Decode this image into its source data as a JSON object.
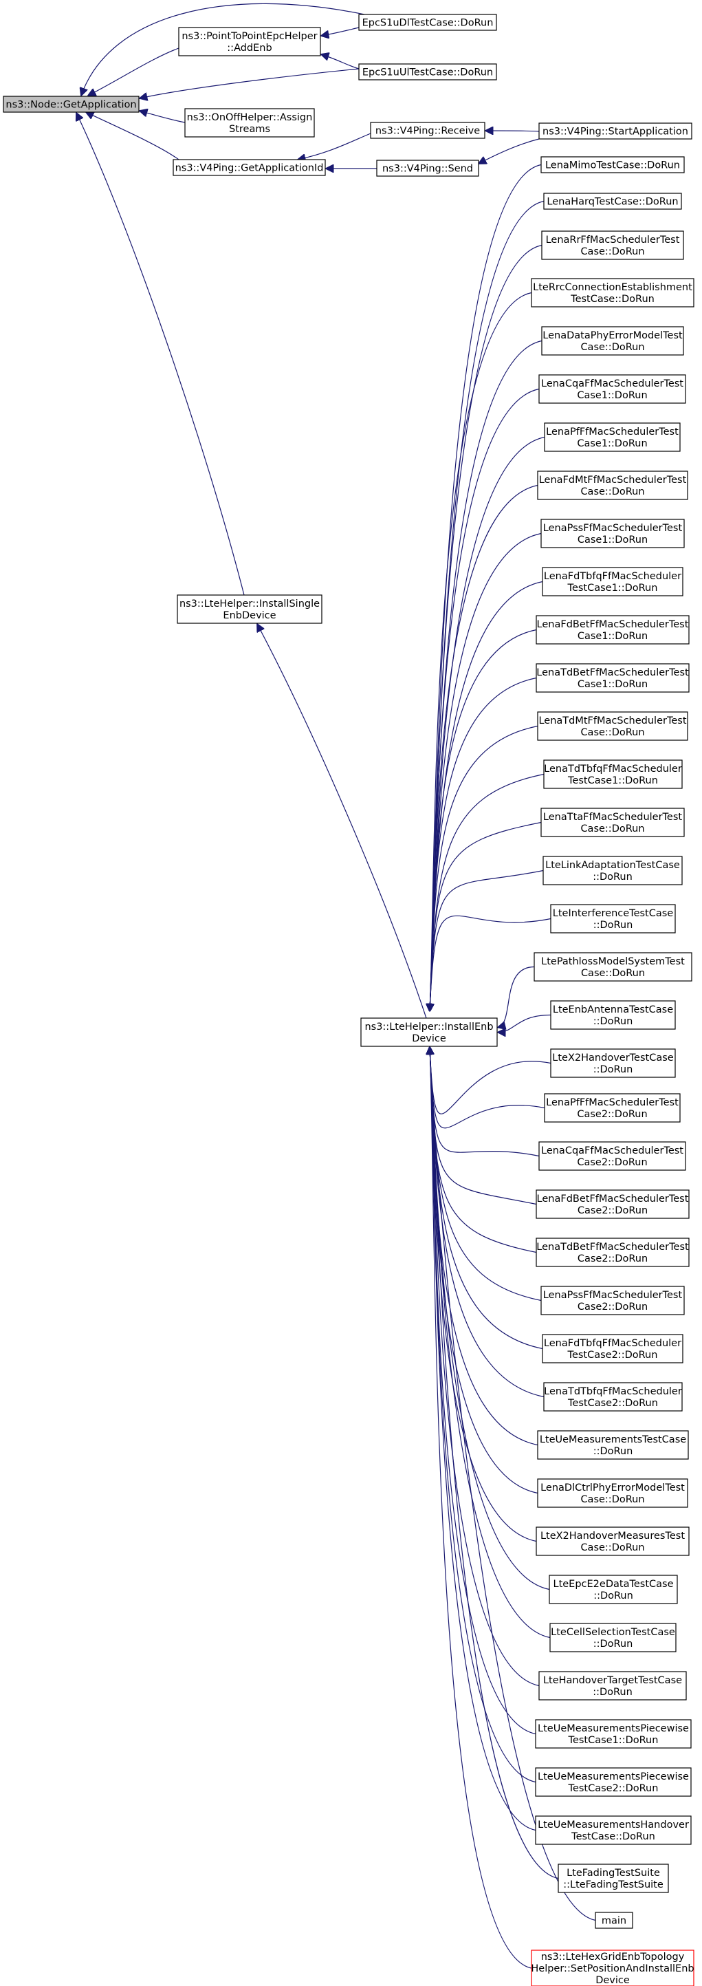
{
  "diagram": {
    "nodes": [
      {
        "id": "getapp",
        "lines": [
          "ns3::Node::GetApplication"
        ]
      },
      {
        "id": "p2pAddEnb",
        "lines": [
          "ns3::PointToPointEpcHelper",
          "::AddEnb"
        ]
      },
      {
        "id": "onoff",
        "lines": [
          "ns3::OnOffHelper::Assign",
          "Streams"
        ]
      },
      {
        "id": "v4getid",
        "lines": [
          "ns3::V4Ping::GetApplicationId"
        ]
      },
      {
        "id": "epcDl",
        "lines": [
          "EpcS1uDlTestCase::DoRun"
        ]
      },
      {
        "id": "epcUl",
        "lines": [
          "EpcS1uUlTestCase::DoRun"
        ]
      },
      {
        "id": "v4recv",
        "lines": [
          "ns3::V4Ping::Receive"
        ]
      },
      {
        "id": "v4send",
        "lines": [
          "ns3::V4Ping::Send"
        ]
      },
      {
        "id": "v4start",
        "lines": [
          "ns3::V4Ping::StartApplication"
        ]
      },
      {
        "id": "installSingle",
        "lines": [
          "ns3::LteHelper::InstallSingle",
          "EnbDevice"
        ]
      },
      {
        "id": "installEnb",
        "lines": [
          "ns3::LteHelper::InstallEnb",
          "Device"
        ]
      },
      {
        "id": "c1",
        "lines": [
          "LenaMimoTestCase::DoRun"
        ]
      },
      {
        "id": "c2",
        "lines": [
          "LenaHarqTestCase::DoRun"
        ]
      },
      {
        "id": "c3",
        "lines": [
          "LenaRrFfMacSchedulerTest",
          "Case::DoRun"
        ]
      },
      {
        "id": "c4",
        "lines": [
          "LteRrcConnectionEstablishment",
          "TestCase::DoRun"
        ]
      },
      {
        "id": "c5",
        "lines": [
          "LenaDataPhyErrorModelTest",
          "Case::DoRun"
        ]
      },
      {
        "id": "c6",
        "lines": [
          "LenaCqaFfMacSchedulerTest",
          "Case1::DoRun"
        ]
      },
      {
        "id": "c7",
        "lines": [
          "LenaPfFfMacSchedulerTest",
          "Case1::DoRun"
        ]
      },
      {
        "id": "c8",
        "lines": [
          "LenaFdMtFfMacSchedulerTest",
          "Case::DoRun"
        ]
      },
      {
        "id": "c9",
        "lines": [
          "LenaPssFfMacSchedulerTest",
          "Case1::DoRun"
        ]
      },
      {
        "id": "c10",
        "lines": [
          "LenaFdTbfqFfMacScheduler",
          "TestCase1::DoRun"
        ]
      },
      {
        "id": "c11",
        "lines": [
          "LenaFdBetFfMacSchedulerTest",
          "Case1::DoRun"
        ]
      },
      {
        "id": "c12",
        "lines": [
          "LenaTdBetFfMacSchedulerTest",
          "Case1::DoRun"
        ]
      },
      {
        "id": "c13",
        "lines": [
          "LenaTdMtFfMacSchedulerTest",
          "Case::DoRun"
        ]
      },
      {
        "id": "c14",
        "lines": [
          "LenaTdTbfqFfMacScheduler",
          "TestCase1::DoRun"
        ]
      },
      {
        "id": "c15",
        "lines": [
          "LenaTtaFfMacSchedulerTest",
          "Case::DoRun"
        ]
      },
      {
        "id": "c16",
        "lines": [
          "LteLinkAdaptationTestCase",
          "::DoRun"
        ]
      },
      {
        "id": "c17",
        "lines": [
          "LteInterferenceTestCase",
          "::DoRun"
        ]
      },
      {
        "id": "c18",
        "lines": [
          "LtePathlossModelSystemTest",
          "Case::DoRun"
        ]
      },
      {
        "id": "c19",
        "lines": [
          "LteEnbAntennaTestCase",
          "::DoRun"
        ]
      },
      {
        "id": "c20",
        "lines": [
          "LteX2HandoverTestCase",
          "::DoRun"
        ]
      },
      {
        "id": "c21",
        "lines": [
          "LenaPfFfMacSchedulerTest",
          "Case2::DoRun"
        ]
      },
      {
        "id": "c22",
        "lines": [
          "LenaCqaFfMacSchedulerTest",
          "Case2::DoRun"
        ]
      },
      {
        "id": "c23",
        "lines": [
          "LenaFdBetFfMacSchedulerTest",
          "Case2::DoRun"
        ]
      },
      {
        "id": "c24",
        "lines": [
          "LenaTdBetFfMacSchedulerTest",
          "Case2::DoRun"
        ]
      },
      {
        "id": "c25",
        "lines": [
          "LenaPssFfMacSchedulerTest",
          "Case2::DoRun"
        ]
      },
      {
        "id": "c26",
        "lines": [
          "LenaFdTbfqFfMacScheduler",
          "TestCase2::DoRun"
        ]
      },
      {
        "id": "c27",
        "lines": [
          "LenaTdTbfqFfMacScheduler",
          "TestCase2::DoRun"
        ]
      },
      {
        "id": "c28",
        "lines": [
          "LteUeMeasurementsTestCase",
          "::DoRun"
        ]
      },
      {
        "id": "c29",
        "lines": [
          "LenaDlCtrlPhyErrorModelTest",
          "Case::DoRun"
        ]
      },
      {
        "id": "c30",
        "lines": [
          "LteX2HandoverMeasuresTest",
          "Case::DoRun"
        ]
      },
      {
        "id": "c31",
        "lines": [
          "LteEpcE2eDataTestCase",
          "::DoRun"
        ]
      },
      {
        "id": "c32",
        "lines": [
          "LteCellSelectionTestCase",
          "::DoRun"
        ]
      },
      {
        "id": "c33",
        "lines": [
          "LteHandoverTargetTestCase",
          "::DoRun"
        ]
      },
      {
        "id": "c34",
        "lines": [
          "LteUeMeasurementsPiecewise",
          "TestCase1::DoRun"
        ]
      },
      {
        "id": "c35",
        "lines": [
          "LteUeMeasurementsPiecewise",
          "TestCase2::DoRun"
        ]
      },
      {
        "id": "c36",
        "lines": [
          "LteUeMeasurementsHandover",
          "TestCase::DoRun"
        ]
      },
      {
        "id": "c37",
        "lines": [
          "LteFadingTestSuite",
          "::LteFadingTestSuite"
        ]
      },
      {
        "id": "c38",
        "lines": [
          "main"
        ]
      },
      {
        "id": "c39",
        "lines": [
          "ns3::LteHexGridEnbTopology",
          "Helper::SetPositionAndInstallEnb",
          "Device"
        ]
      }
    ],
    "edges": [
      {
        "from": "p2pAddEnb",
        "to": "getapp"
      },
      {
        "from": "onoff",
        "to": "getapp"
      },
      {
        "from": "v4getid",
        "to": "getapp"
      },
      {
        "from": "epcDl",
        "to": "getapp"
      },
      {
        "from": "epcUl",
        "to": "getapp"
      },
      {
        "from": "installSingle",
        "to": "getapp"
      },
      {
        "from": "epcDl",
        "to": "p2pAddEnb"
      },
      {
        "from": "epcUl",
        "to": "p2pAddEnb"
      },
      {
        "from": "v4recv",
        "to": "v4getid"
      },
      {
        "from": "v4send",
        "to": "v4getid"
      },
      {
        "from": "v4start",
        "to": "v4recv"
      },
      {
        "from": "v4start",
        "to": "v4send"
      },
      {
        "from": "installEnb",
        "to": "installSingle"
      },
      {
        "from": "c1",
        "to": "installEnb"
      },
      {
        "from": "c2",
        "to": "installEnb"
      },
      {
        "from": "c3",
        "to": "installEnb"
      },
      {
        "from": "c4",
        "to": "installEnb"
      },
      {
        "from": "c5",
        "to": "installEnb"
      },
      {
        "from": "c6",
        "to": "installEnb"
      },
      {
        "from": "c7",
        "to": "installEnb"
      },
      {
        "from": "c8",
        "to": "installEnb"
      },
      {
        "from": "c9",
        "to": "installEnb"
      },
      {
        "from": "c10",
        "to": "installEnb"
      },
      {
        "from": "c11",
        "to": "installEnb"
      },
      {
        "from": "c12",
        "to": "installEnb"
      },
      {
        "from": "c13",
        "to": "installEnb"
      },
      {
        "from": "c14",
        "to": "installEnb"
      },
      {
        "from": "c15",
        "to": "installEnb"
      },
      {
        "from": "c16",
        "to": "installEnb"
      },
      {
        "from": "c17",
        "to": "installEnb"
      },
      {
        "from": "c18",
        "to": "installEnb"
      },
      {
        "from": "c19",
        "to": "installEnb"
      },
      {
        "from": "c20",
        "to": "installEnb"
      },
      {
        "from": "c21",
        "to": "installEnb"
      },
      {
        "from": "c22",
        "to": "installEnb"
      },
      {
        "from": "c23",
        "to": "installEnb"
      },
      {
        "from": "c24",
        "to": "installEnb"
      },
      {
        "from": "c25",
        "to": "installEnb"
      },
      {
        "from": "c26",
        "to": "installEnb"
      },
      {
        "from": "c27",
        "to": "installEnb"
      },
      {
        "from": "c28",
        "to": "installEnb"
      },
      {
        "from": "c29",
        "to": "installEnb"
      },
      {
        "from": "c30",
        "to": "installEnb"
      },
      {
        "from": "c31",
        "to": "installEnb"
      },
      {
        "from": "c32",
        "to": "installEnb"
      },
      {
        "from": "c33",
        "to": "installEnb"
      },
      {
        "from": "c34",
        "to": "installEnb"
      },
      {
        "from": "c35",
        "to": "installEnb"
      },
      {
        "from": "c36",
        "to": "installEnb"
      },
      {
        "from": "c37",
        "to": "installEnb"
      },
      {
        "from": "c38",
        "to": "installEnb"
      },
      {
        "from": "c39",
        "to": "installEnb"
      }
    ],
    "colors": {
      "edge": "#191970",
      "root_fill": "#bfbfbf",
      "highlight_border": "#ff0000"
    }
  }
}
